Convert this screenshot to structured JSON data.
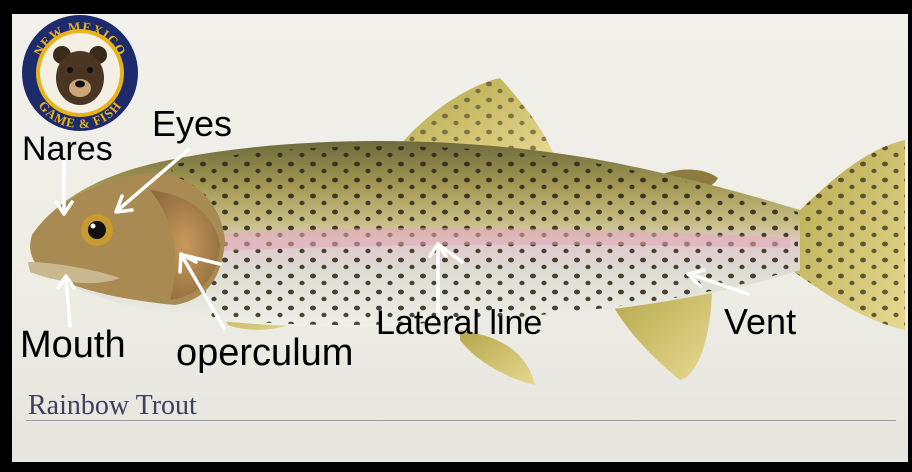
{
  "logo": {
    "top_text": "NEW MEXICO",
    "bottom_text": "GAME & FISH",
    "ring_color": "#1d2a6b",
    "accent_color": "#e7b21a"
  },
  "labels": {
    "nares": "Nares",
    "eyes": "Eyes",
    "mouth": "Mouth",
    "operculum": "operculum",
    "lateral_line": "Lateral  line",
    "vent": "Vent"
  },
  "caption": "Rainbow Trout",
  "arrow_color": "#ffffff"
}
